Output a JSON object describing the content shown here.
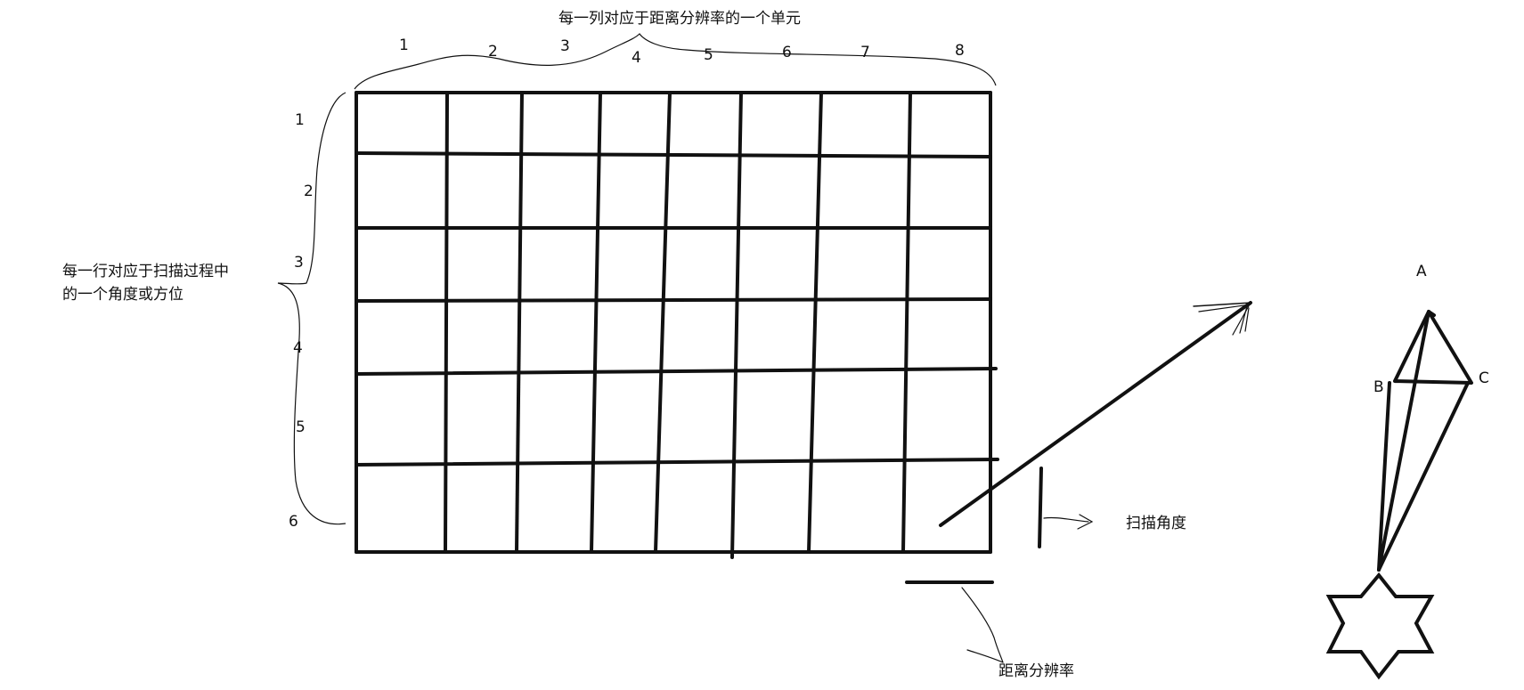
{
  "diagram": {
    "top_caption": "每一列对应于距离分辨率的一个单元",
    "left_caption_line1": "每一行对应于扫描过程中",
    "left_caption_line2": "的一个角度或方位",
    "column_numbers": [
      "1",
      "2",
      "3",
      "4",
      "5",
      "6",
      "7",
      "8"
    ],
    "row_numbers": [
      "1",
      "2",
      "3",
      "4",
      "5",
      "6"
    ],
    "scan_angle_label": "扫描角度",
    "range_resolution_label": "距离分辨率",
    "beam_points": {
      "a": "A",
      "b": "B",
      "c": "C"
    }
  }
}
